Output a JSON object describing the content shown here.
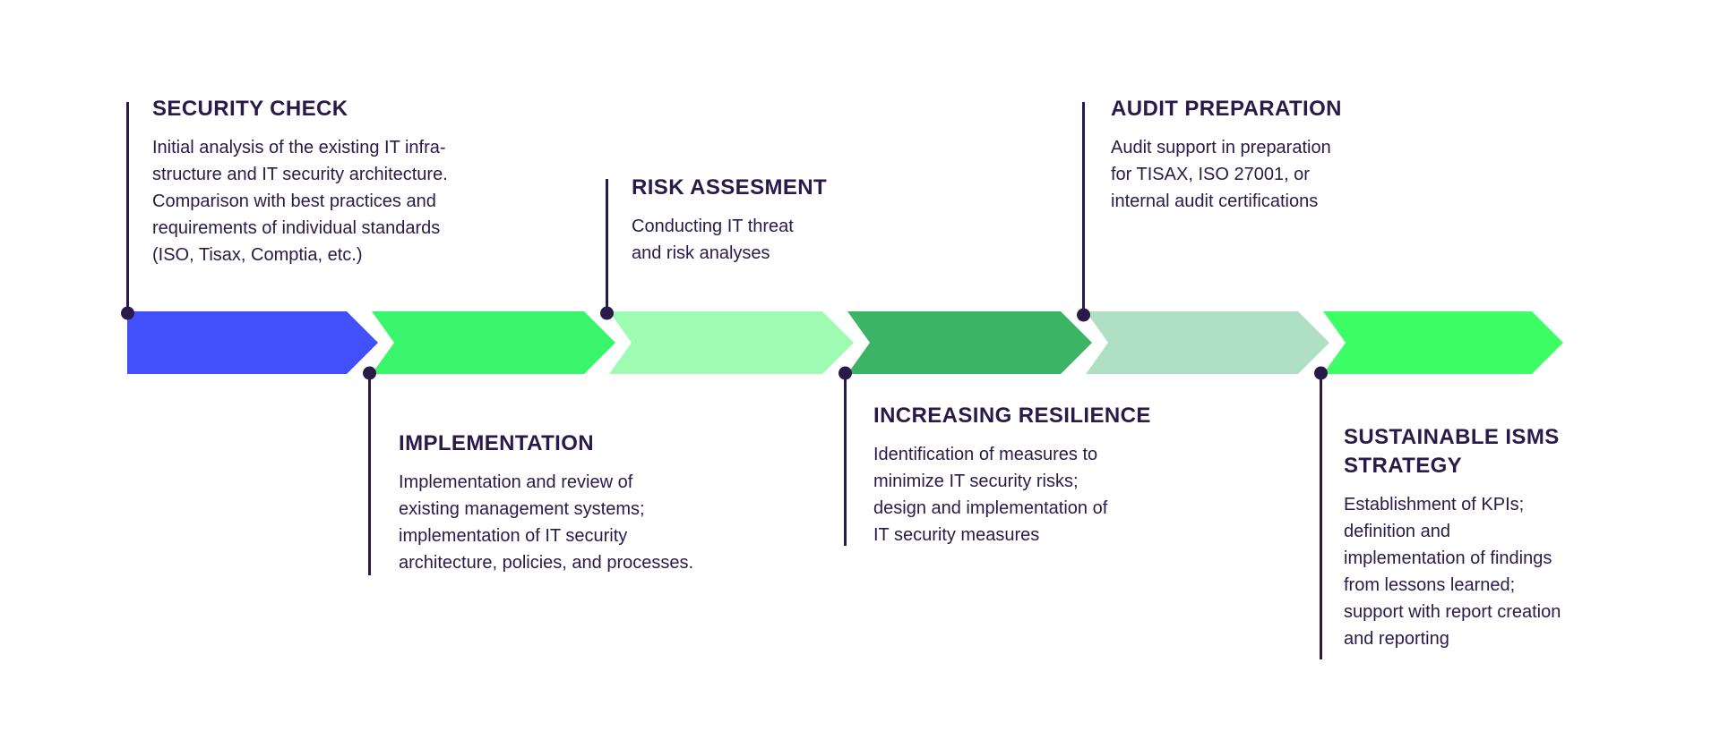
{
  "diagram": {
    "background_color": "#ffffff",
    "text_color": "#2A1A4A",
    "connector_color": "#2A1A4A",
    "steps": [
      {
        "title": "SECURITY CHECK",
        "body": "Initial analysis of the existing IT infra-\nstructure and IT security architecture.\nComparison with best practices and\nrequirements of individual standards\n(ISO, Tisax, Comptia, etc.)",
        "color": "#4150FA",
        "label_position": "above"
      },
      {
        "title": "IMPLEMENTATION",
        "body": "Implementation and review of\nexisting management systems;\nimplementation of IT security\narchitecture, policies, and processes.",
        "color": "#39F56C",
        "label_position": "below"
      },
      {
        "title": "RISK ASSESMENT",
        "body": "Conducting IT threat\nand risk analyses",
        "color": "#9EFCB2",
        "label_position": "above"
      },
      {
        "title": "INCREASING RESILIENCE",
        "body": "Identification of measures to\nminimize IT security risks;\ndesign and implementation of\nIT security measures",
        "color": "#3CB465",
        "label_position": "below"
      },
      {
        "title": "AUDIT PREPARATION",
        "body": "Audit support in preparation\nfor TISAX, ISO 27001, or\ninternal audit certifications",
        "color": "#B0E0C3",
        "label_position": "above"
      },
      {
        "title": "SUSTAINABLE ISMS\nSTRATEGY",
        "body": "Establishment of KPIs;\ndefinition and\nimplementation of findings\nfrom lessons learned;\nsupport with report creation\nand reporting",
        "color": "#3EFE67",
        "label_position": "below"
      }
    ]
  }
}
